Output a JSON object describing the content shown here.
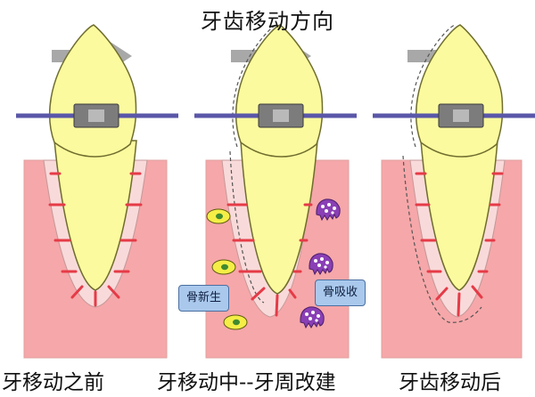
{
  "title": "牙齿移动方向",
  "panels": [
    {
      "caption": "牙移动之前"
    },
    {
      "caption": "牙移动中--牙周改建"
    },
    {
      "caption": "牙齿移动后"
    }
  ],
  "labels": {
    "bone_formation": "骨新生",
    "bone_resorption": "骨吸收"
  },
  "colors": {
    "tooth": "#fbfa9e",
    "bone": "#f6a7a9",
    "ligament": "#f9dada",
    "fibers": "#e53b47",
    "archwire": "#5a57a9",
    "bracket": "#7c7c7c",
    "arrow": "#a8a8a8",
    "osteoclast": "#8a3fb5"
  }
}
